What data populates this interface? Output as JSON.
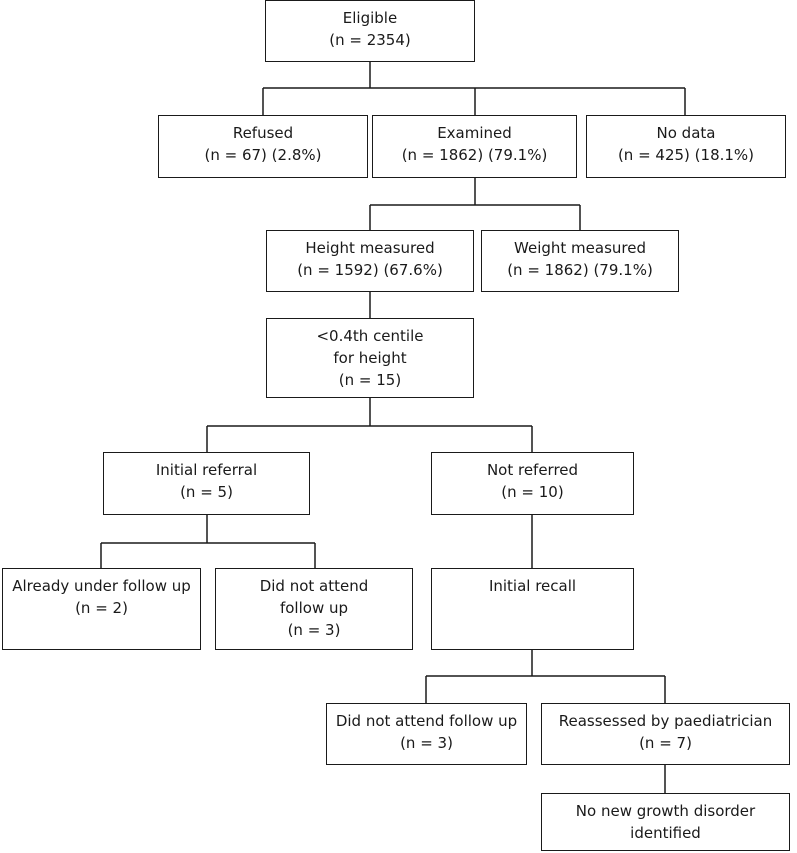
{
  "colors": {
    "line": "#1a1a1a",
    "box_fill": "#ffffff",
    "text": "#1a1a1a"
  },
  "eligible": {
    "line1": "Eligible",
    "line2": "(n = 2354)"
  },
  "refused": {
    "line1": "Refused",
    "line2": "(n = 67) (2.8%)"
  },
  "examined": {
    "line1": "Examined",
    "line2": "(n = 1862) (79.1%)"
  },
  "no_data": {
    "line1": "No data",
    "line2": "(n = 425) (18.1%)"
  },
  "height_measured": {
    "line1": "Height measured",
    "line2": "(n = 1592) (67.6%)"
  },
  "weight_measured": {
    "line1": "Weight measured",
    "line2": "(n = 1862) (79.1%)"
  },
  "centile": {
    "line1": "<0.4th centile",
    "line2": "for height",
    "line3": "(n = 15)"
  },
  "initial_referral": {
    "line1": "Initial referral",
    "line2": "(n = 5)"
  },
  "not_referred": {
    "line1": "Not referred",
    "line2": "(n = 10)"
  },
  "already_follow_up": {
    "line1": "Already under follow up",
    "line2": "(n = 2)"
  },
  "did_not_attend_1": {
    "line1": "Did not attend",
    "line2": "follow up",
    "line3": "(n = 3)"
  },
  "initial_recall": {
    "line1": "Initial recall"
  },
  "did_not_attend_2": {
    "line1": "Did not attend follow up",
    "line2": "(n = 3)"
  },
  "reassessed": {
    "line1": "Reassessed by paediatrician",
    "line2": "(n = 7)"
  },
  "no_new_disorder": {
    "line1": "No new growth disorder",
    "line2": "identified"
  }
}
